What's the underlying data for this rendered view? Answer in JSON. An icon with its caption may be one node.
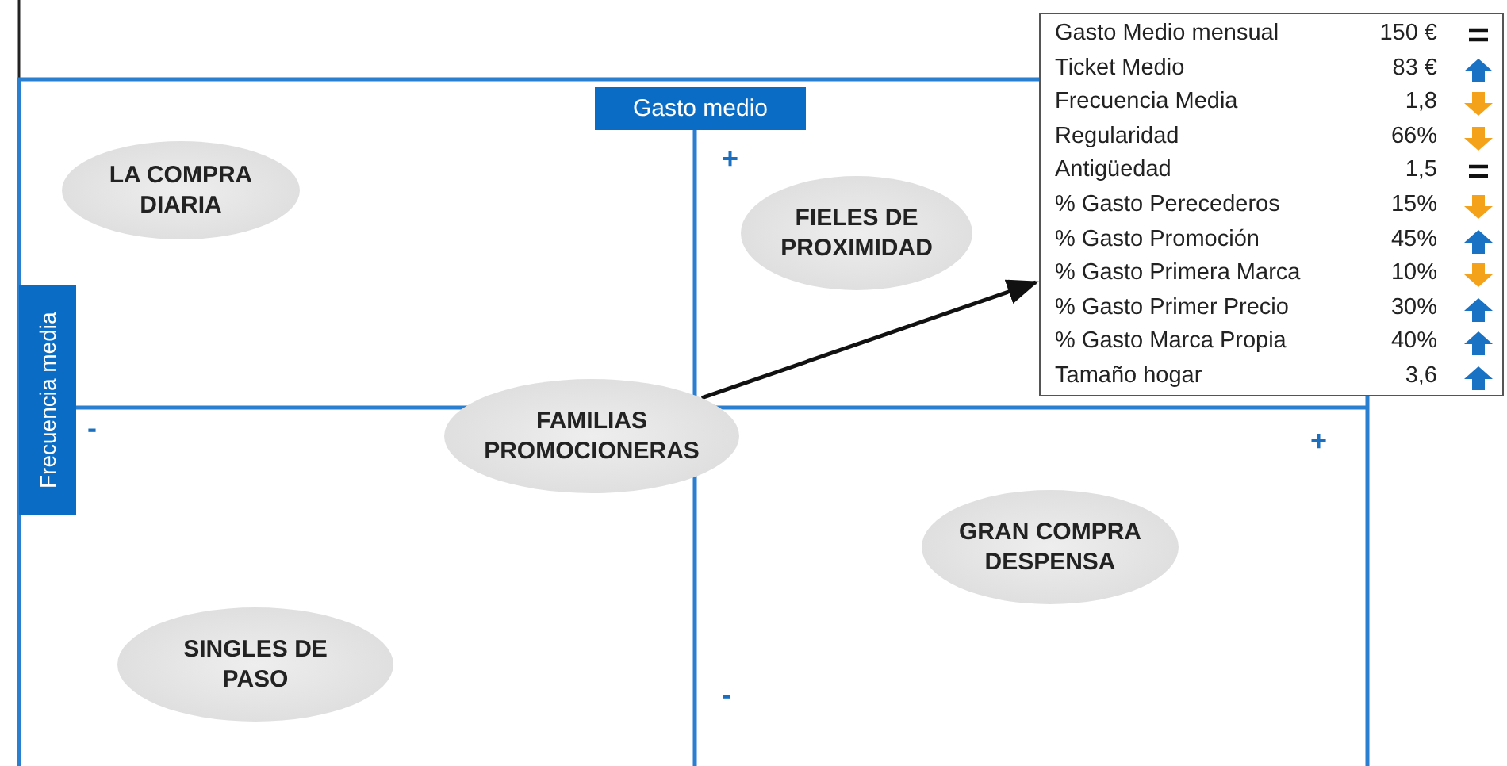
{
  "diagram": {
    "nodes": [
      {
        "text": [
          "LA COMPRA DIARIA"
        ]
      },
      {
        "text": [
          "FIELES DE PROXIMIDAD"
        ]
      },
      {
        "text": [
          "FAMILIAS PROMOCIONERAS"
        ]
      },
      {
        "text": [
          "GRAN COMPRA DESPENSA"
        ]
      },
      {
        "text": [
          "SINGLES DE PASO"
        ]
      },
      {
        "text": [
          "Gasto Medio mensual",
          "150 €",
          "Ticket Medio",
          "83 €",
          "Frecuencia Media",
          "1,8",
          "Regularidad",
          "66%",
          "Antigüedad",
          "1,5",
          "% Gasto Perecederos",
          "15%",
          "% Gasto Promoción",
          "45%",
          "% Gasto Primera Marca",
          "10%",
          "% Gasto Primer Precio",
          "30%",
          "% Gasto Marca Propia",
          "40%",
          "Tamaño hogar",
          "3,6"
        ]
      }
    ],
    "edges": [
      {
        "from": 2,
        "to": 5,
        "arrow": "to"
      }
    ],
    "labels": [
      "Gasto medio",
      "+",
      "-",
      "+",
      "-",
      "Frecuencia media"
    ]
  }
}
